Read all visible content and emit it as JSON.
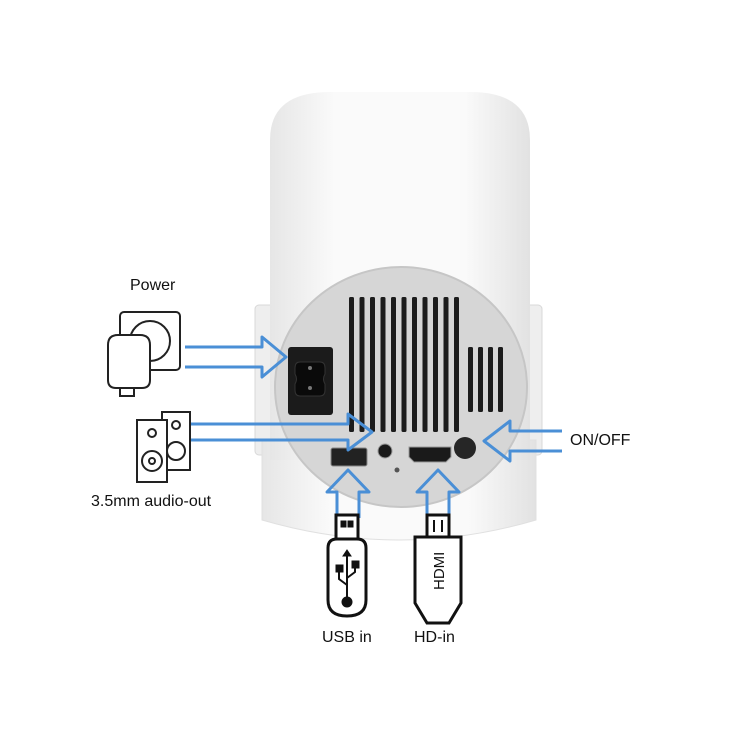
{
  "labels": {
    "power": "Power",
    "audio": "3.5mm audio-out",
    "on_off": "ON/OFF",
    "usb": "USB in",
    "hdmi": "HD-in",
    "hdmi_cable_text": "HDMI"
  },
  "colors": {
    "arrow": "#4a8fd6",
    "panel": "#d9d9d9",
    "body": "#f4f4f4"
  }
}
